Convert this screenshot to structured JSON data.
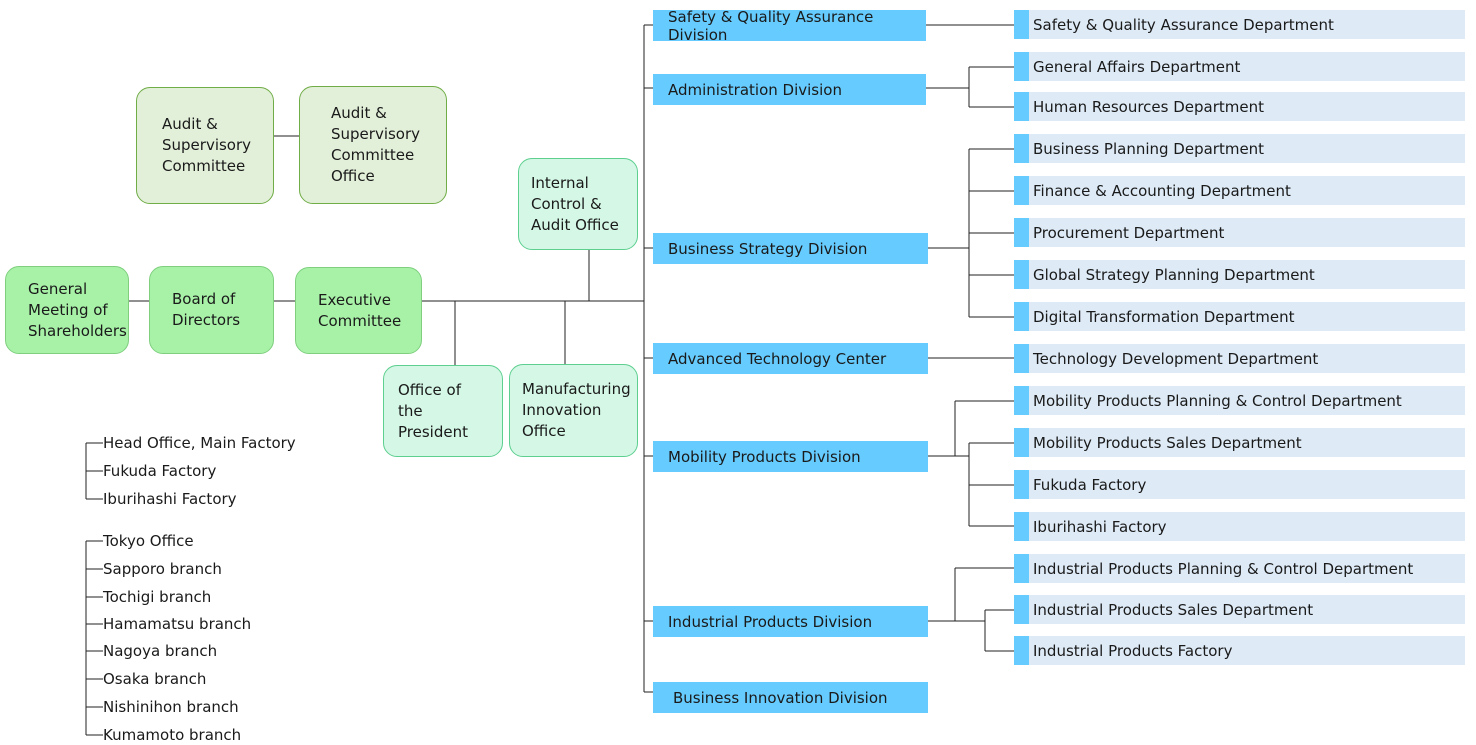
{
  "governance": {
    "shareholders": "General\nMeeting of\nShareholders",
    "board": "Board of\nDirectors",
    "executive": "Executive\nCommittee",
    "audit_committee": "Audit &\nSupervisory\nCommittee",
    "audit_office": "Audit &\nSupervisory\nCommittee\nOffice",
    "internal_control": "Internal\nControl &\nAudit Office",
    "president_office": "Office of\nthe President",
    "manufacturing_innovation": "Manufacturing\nInnovation\nOffice"
  },
  "divisions": [
    {
      "name": "Safety & Quality Assurance Division",
      "departments": [
        "Safety & Quality Assurance Department"
      ]
    },
    {
      "name": "Administration Division",
      "departments": [
        "General Affairs Department",
        "Human Resources Department"
      ]
    },
    {
      "name": "Business Strategy Division",
      "departments": [
        "Business Planning Department",
        "Finance & Accounting Department",
        "Procurement Department",
        "Global Strategy Planning Department",
        "Digital Transformation Department"
      ]
    },
    {
      "name": "Advanced Technology Center",
      "departments": [
        "Technology Development Department"
      ]
    },
    {
      "name": "Mobility Products Division",
      "departments": [
        "Mobility Products Planning & Control Department",
        "Mobility Products Sales Department",
        "Fukuda Factory",
        "Iburihashi Factory"
      ]
    },
    {
      "name": "Industrial Products Division",
      "departments": [
        "Industrial Products Planning & Control Department",
        "Industrial Products Sales Department",
        "Industrial Products Factory"
      ]
    },
    {
      "name": "Business Innovation Division",
      "departments": []
    }
  ],
  "locations": {
    "factories": [
      "Head Office, Main Factory",
      "Fukuda Factory",
      "Iburihashi Factory"
    ],
    "offices": [
      "Tokyo Office",
      "Sapporo branch",
      "Tochigi branch",
      "Hamamatsu branch",
      "Nagoya branch",
      "Osaka branch",
      "Nishinihon branch",
      "Kumamoto branch"
    ]
  }
}
